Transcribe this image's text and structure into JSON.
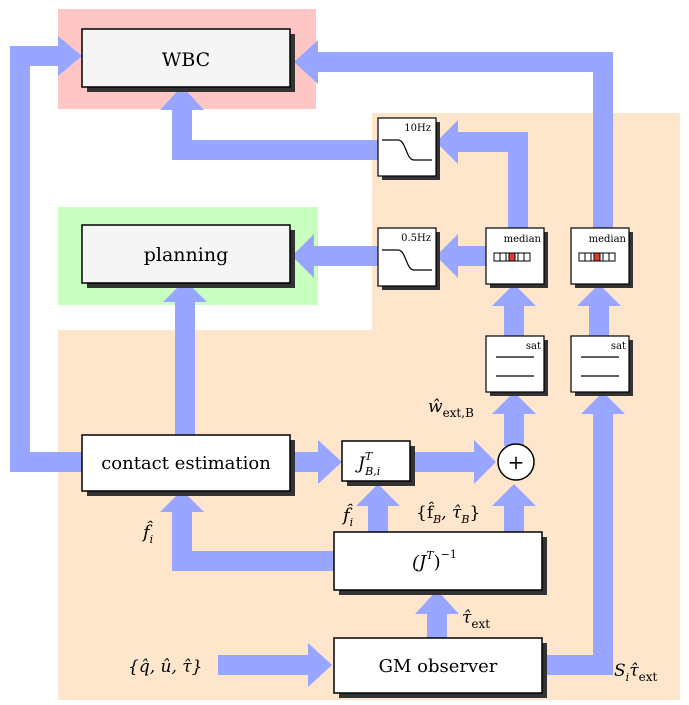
{
  "blocks": {
    "wbc": "WBC",
    "planning": "planning",
    "contact_estimation": "contact estimation",
    "gm_observer": "GM observer",
    "jacobian_transpose": "J",
    "jacobian_transpose_sup": "T",
    "jacobian_transpose_sub": "B,i",
    "inverse": "(J",
    "inverse_sup": "T",
    "inverse_tail": ")",
    "inverse_exp": "−1",
    "sum": "+"
  },
  "filters": {
    "high": "10Hz",
    "low": "0.5Hz"
  },
  "median": {
    "left": "median",
    "right": "median"
  },
  "saturation": {
    "left": "sat",
    "right": "sat"
  },
  "signals": {
    "input_states": "{q̂, û, τ̂}",
    "tau_ext": "τ̂",
    "tau_ext_sub": "ext",
    "s_tau": "S",
    "s_tau_sub": "i",
    "s_tau_tail": "τ̂",
    "s_tau_tail_sub": "ext",
    "f_hat_left": "f̂",
    "f_hat_left_sub": "i",
    "f_hat_mid": "f̂",
    "f_hat_mid_sub": "i",
    "f_tau_B": "{f̂",
    "f_tau_B_sub1": "B",
    "f_tau_B_mid": ", τ̂",
    "f_tau_B_sub2": "B",
    "f_tau_B_tail": "}",
    "w_ext": "ŵ",
    "w_ext_sub": "ext,B"
  },
  "colors": {
    "arrow": "#99a6ff",
    "wbc_region": "#ffc6c6",
    "planning_region": "#c8ffc0",
    "estimation_region": "#fde6cc",
    "median_marker": "#e03a2f"
  }
}
